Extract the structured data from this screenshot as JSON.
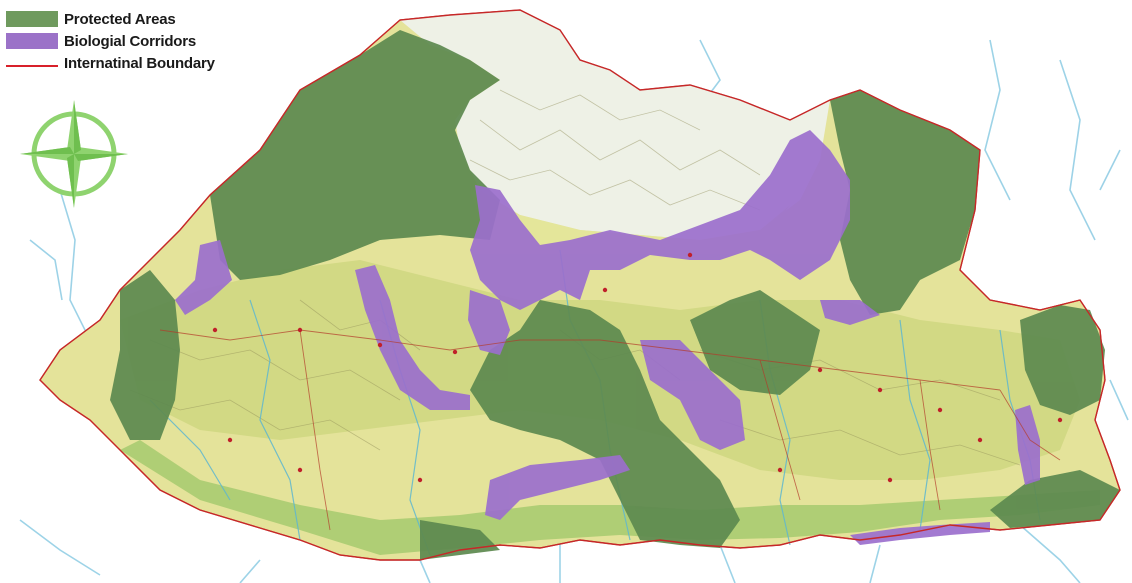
{
  "legend": {
    "items": [
      {
        "label": "Protected Areas",
        "color": "#6f9a5e"
      },
      {
        "label": "Biologial Corridors",
        "color": "#9b72c8"
      },
      {
        "label": "Internatinal Boundary",
        "color": "#d8202a"
      }
    ]
  },
  "colors": {
    "terrain_low": "#e7e69a",
    "terrain_mid": "#cdd67b",
    "terrain_green": "#a6c86a",
    "snow": "#eef1ec",
    "protected": "#5e8a50",
    "corridor": "#9b6fcd",
    "rivers": "#7fc3de",
    "compass": "#8fd36f"
  },
  "icons": {
    "compass": "compass-rose-icon"
  }
}
